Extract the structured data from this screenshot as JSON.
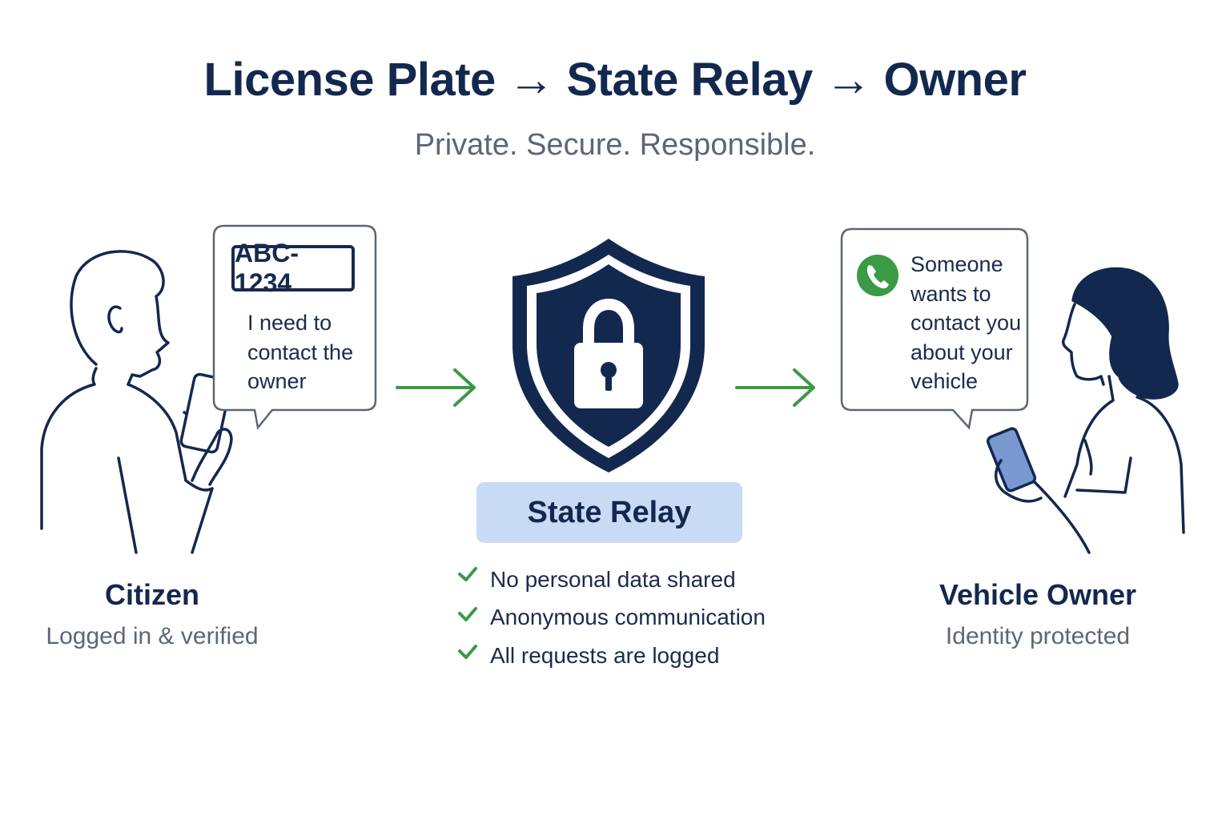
{
  "header": {
    "title": "License Plate → State Relay → Owner",
    "subtitle": "Private. Secure. Responsible."
  },
  "citizen": {
    "label": "Citizen",
    "status": "Logged in & verified",
    "plate": "ABC-1234",
    "message_lines": [
      "I need to",
      "contact the",
      "owner"
    ]
  },
  "relay": {
    "label": "State Relay",
    "icon": "shield-lock-icon",
    "features": [
      "No personal data shared",
      "Anonymous communication",
      "All requests are logged"
    ]
  },
  "owner": {
    "label": "Vehicle Owner",
    "status": "Identity protected",
    "icon": "phone-call-icon",
    "message_lines": [
      "Someone",
      "wants to",
      "contact you",
      "about your",
      "vehicle"
    ]
  },
  "colors": {
    "navy": "#13284f",
    "arrow_green": "#3a9a45",
    "relay_box": "#c9daf4",
    "phone_badge": "#3a9a45"
  }
}
